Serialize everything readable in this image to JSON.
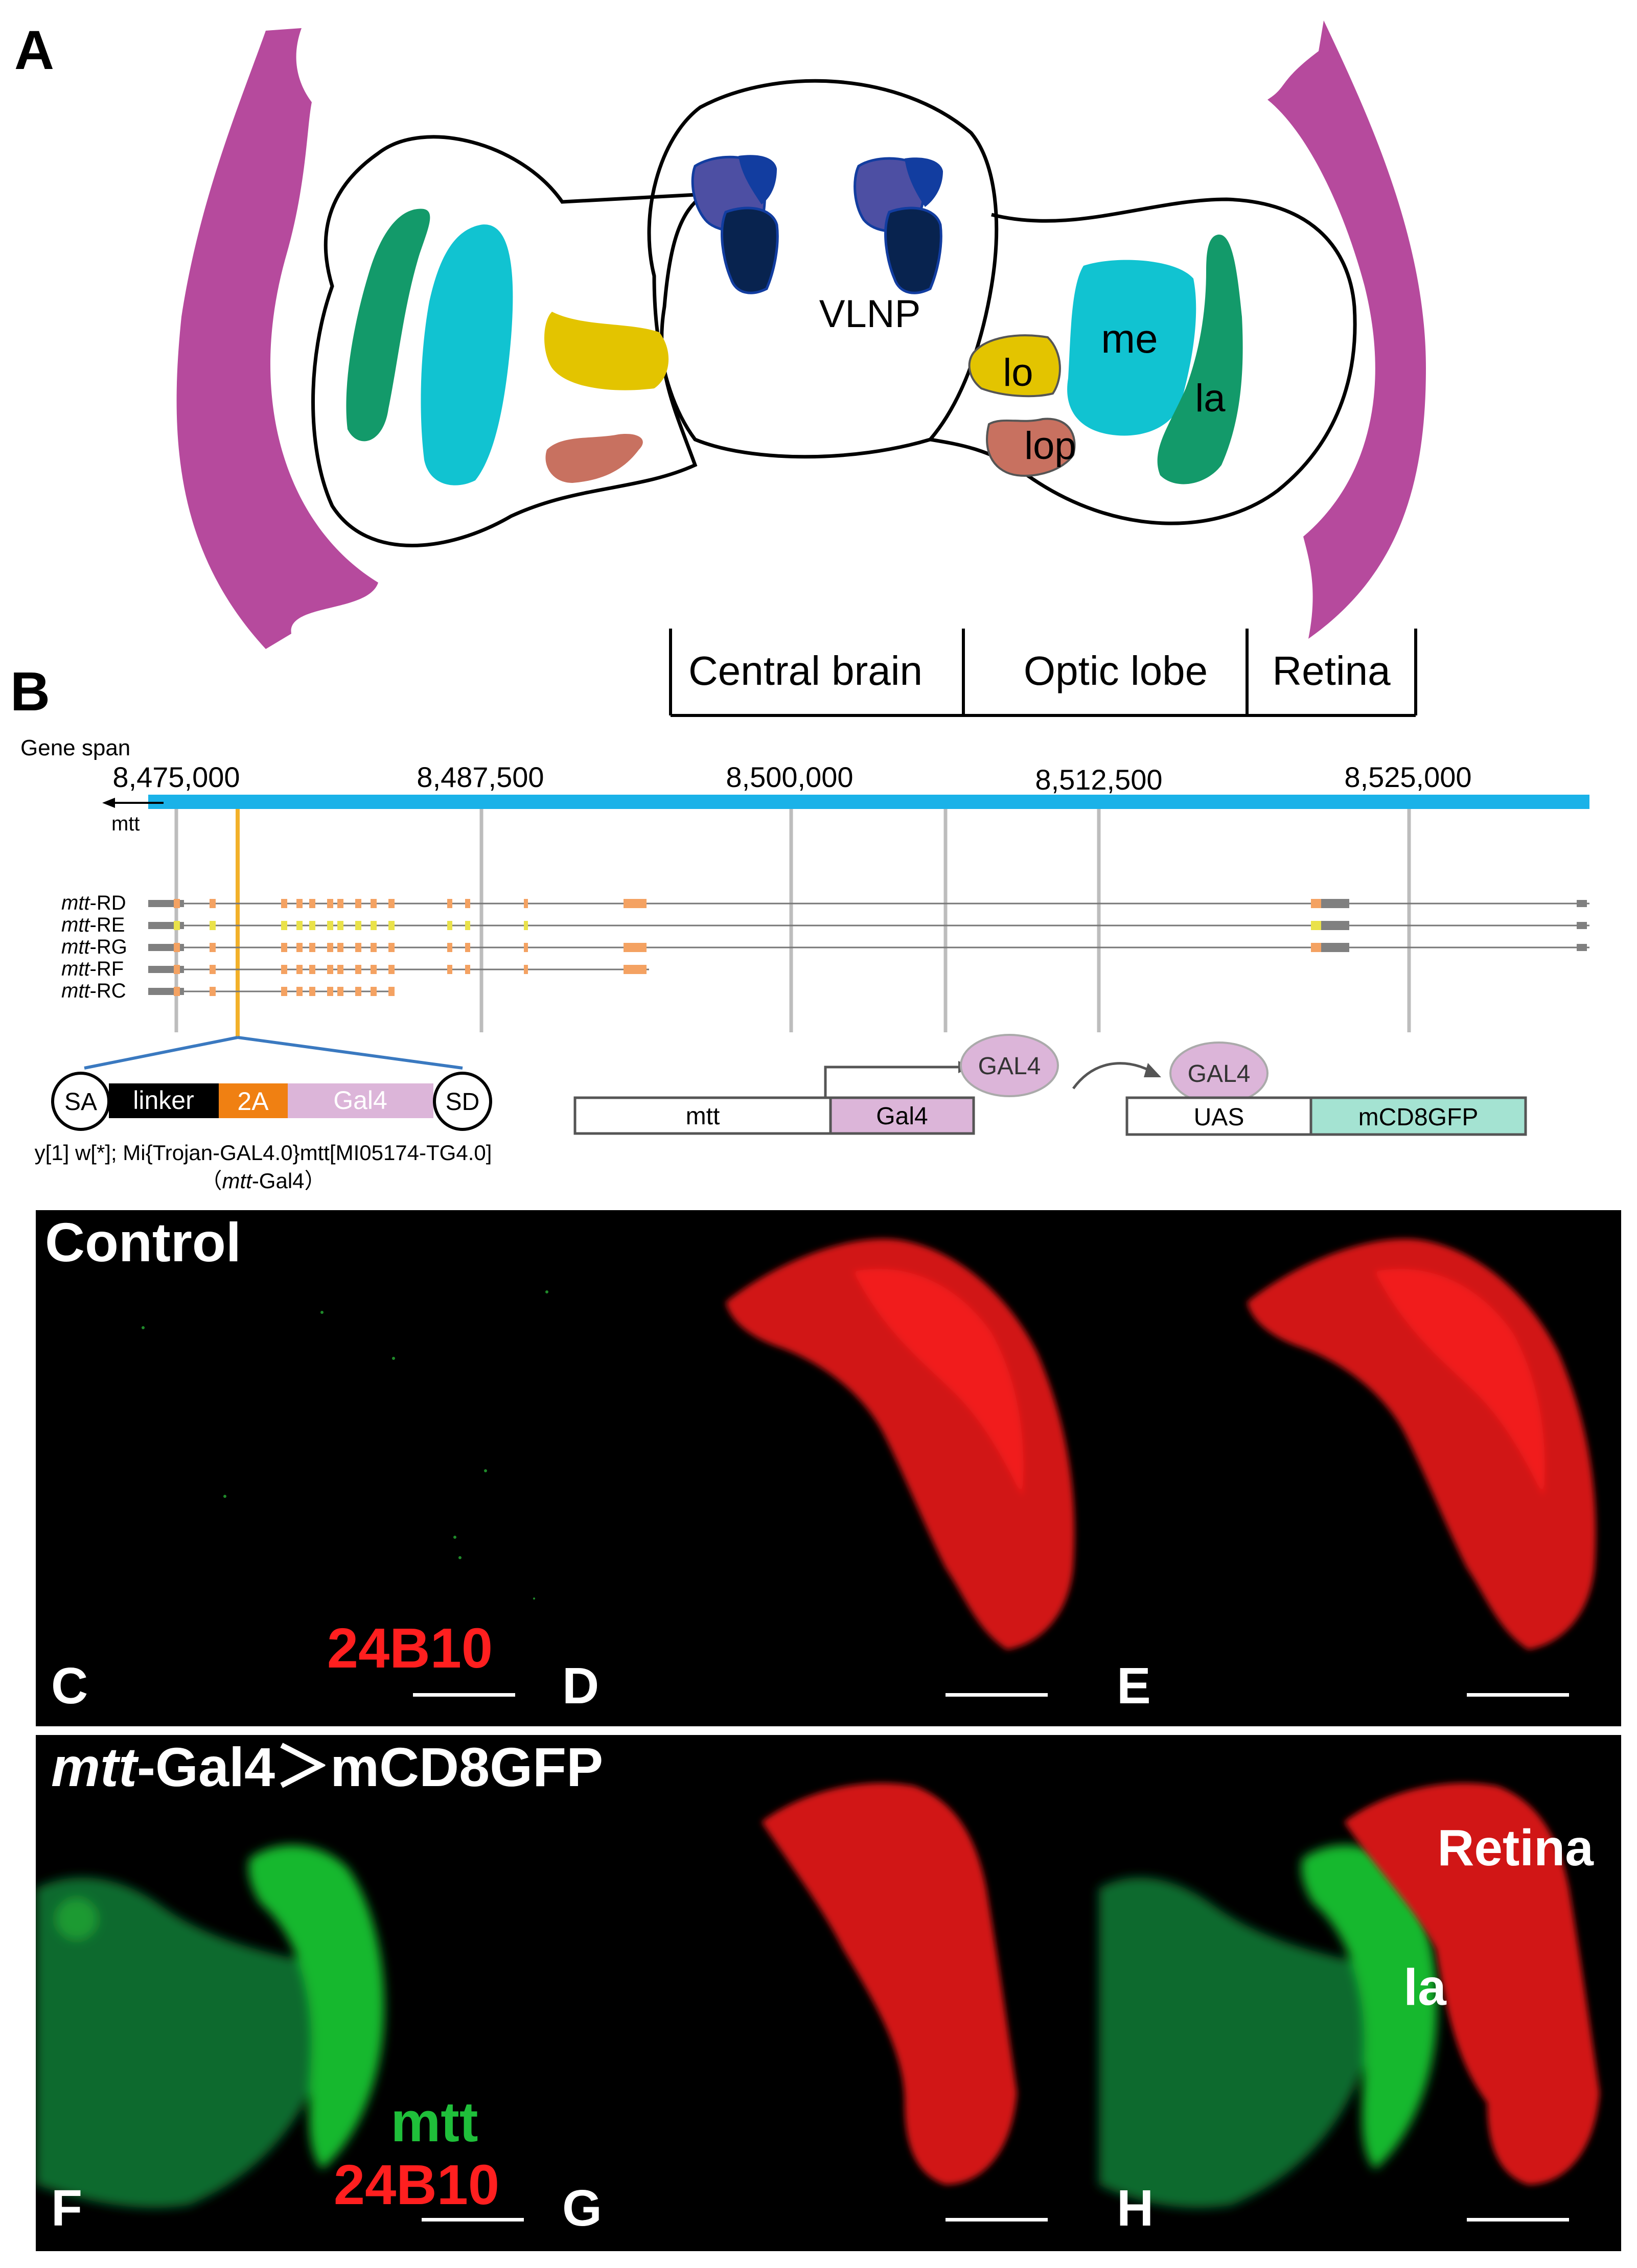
{
  "panel_a": {
    "letter": "A",
    "labels": {
      "vlnp": "VLNP",
      "lo": "lo",
      "me": "me",
      "la": "la",
      "lop": "lop"
    },
    "regions": [
      {
        "label": "Central brain"
      },
      {
        "label": "Optic lobe"
      },
      {
        "label": "Retina"
      }
    ],
    "colors": {
      "retina": "#b64a9d",
      "lamina": "#139a6a",
      "medulla": "#11c3d1",
      "lobula": "#e3c400",
      "lobula_plate": "#c87160",
      "vlnp_light": "#4d4fa3",
      "vlnp_dark": "#08234f",
      "vlnp_mid": "#123da0"
    }
  },
  "panel_b": {
    "letter": "B",
    "gene_span_label": "Gene span",
    "gene_name": "mtt",
    "coordinates": [
      "8,475,000",
      "8,487,500",
      "8,500,000",
      "8,512,500",
      "8,525,000"
    ],
    "transcripts": [
      {
        "prefix": "mtt",
        "suffix": "-RD"
      },
      {
        "prefix": "mtt",
        "suffix": "-RE"
      },
      {
        "prefix": "mtt",
        "suffix": "-RG"
      },
      {
        "prefix": "mtt",
        "suffix": "-RF"
      },
      {
        "prefix": "mtt",
        "suffix": "-RC"
      }
    ],
    "cassette": {
      "sa": "SA",
      "linker": "linker",
      "t2a": "2A",
      "gal4": "Gal4",
      "sd": "SD"
    },
    "genotype": "y[1] w[*]; Mi{Trojan-GAL4.0}mtt[MI05174-TG4.0]",
    "short_name": {
      "open": "（",
      "italic": "mtt",
      "rest": "-Gal4）"
    },
    "schematic": {
      "mtt": "mtt",
      "gal4_box": "Gal4",
      "gal4_protein_1": "GAL4",
      "gal4_protein_2": "GAL4",
      "uas": "UAS",
      "reporter": "mCD8GFP"
    },
    "colors": {
      "gene_span": "#1ab2e8",
      "exon_coding": "#f4a262",
      "exon_alt": "#eae24a",
      "utr": "#808080",
      "marker": "#f2b12a",
      "gal4_fill": "#dcb5d9",
      "gfp_fill": "#a4e3d2",
      "t2a_fill": "#f08012"
    }
  },
  "panel_c_e": {
    "row_title": "Control",
    "letters": {
      "c": "C",
      "d": "D",
      "e": "E"
    },
    "stain": "24B10"
  },
  "panel_f_h": {
    "row_title": {
      "italic": "mtt",
      "rest": "-Gal4＞mCD8GFP"
    },
    "letters": {
      "f": "F",
      "g": "G",
      "h": "H"
    },
    "stain_green": "mtt",
    "stain_red": "24B10",
    "labels": {
      "retina": "Retina",
      "la": "la"
    }
  }
}
